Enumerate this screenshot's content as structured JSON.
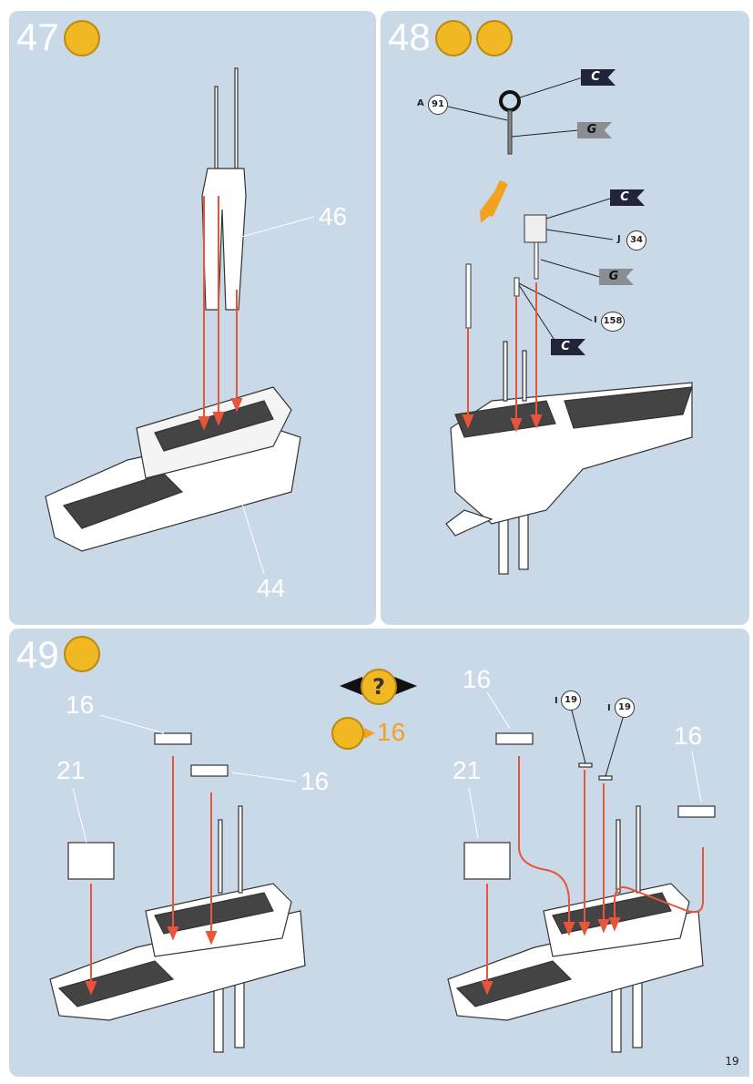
{
  "steps": [
    {
      "number": "47",
      "labels": [
        "46",
        "44"
      ]
    },
    {
      "number": "48",
      "parts": [
        {
          "prefix": "A",
          "num": "91"
        },
        {
          "prefix": "J",
          "num": "34"
        },
        {
          "prefix": "I",
          "num": "158"
        }
      ],
      "flags": [
        "C",
        "G",
        "C",
        "G",
        "C"
      ]
    },
    {
      "number": "49",
      "labels": [
        "16",
        "16",
        "21",
        "16",
        "21",
        "16"
      ],
      "parts": [
        {
          "prefix": "I",
          "num": "19"
        },
        {
          "prefix": "I",
          "num": "19"
        }
      ],
      "option_ref": "16",
      "option_symbol": "?"
    }
  ],
  "page_number": "19",
  "colors": {
    "panel": "#c9d9e8",
    "badge": "#f2b823",
    "arrow": "#e8553a"
  }
}
